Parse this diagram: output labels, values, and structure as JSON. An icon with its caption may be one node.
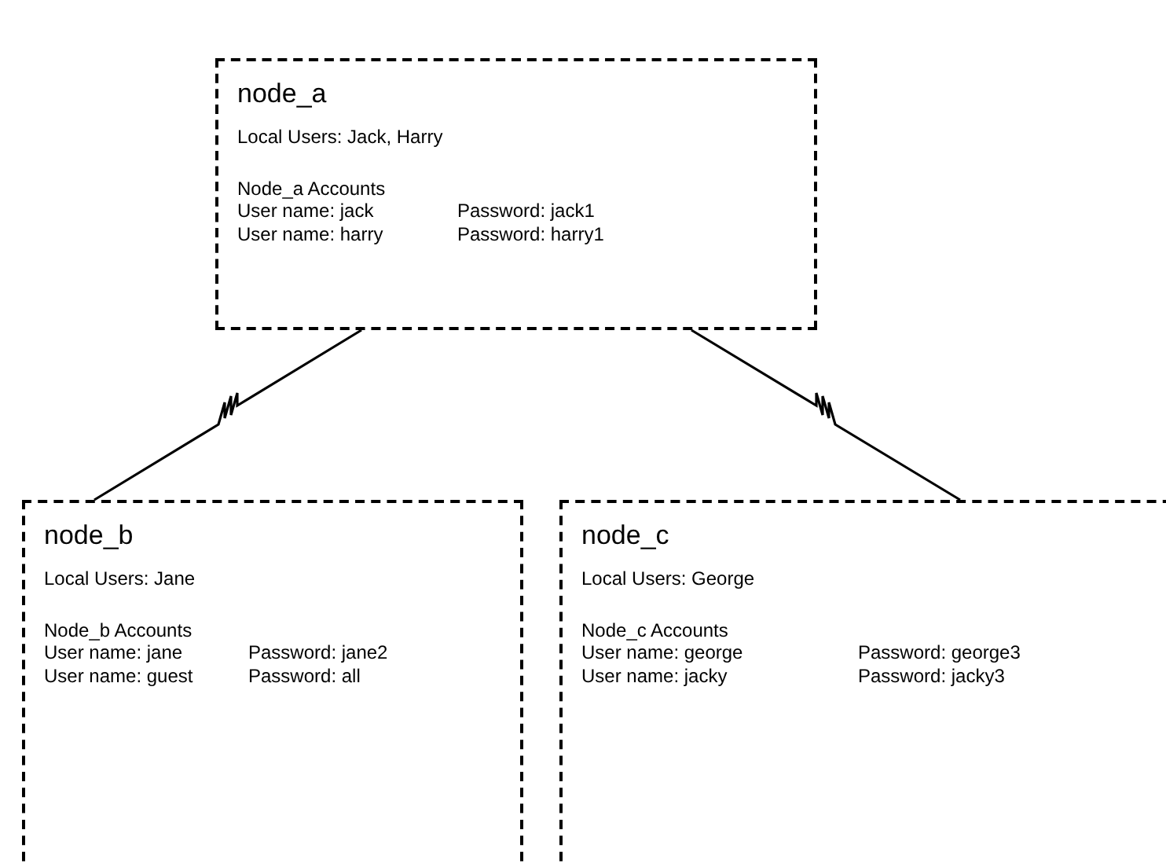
{
  "diagram": {
    "nodes": [
      {
        "text": [
          "node_a",
          "Local Users: Jack, Harry",
          "Node_a Accounts",
          "User name: jack",
          "Password: jack1",
          "User name: harry",
          "Password: harry1"
        ]
      },
      {
        "text": [
          "node_b",
          "Local Users: Jane",
          "Node_b Accounts",
          "User name: jane",
          "Password: jane2",
          "User name: guest",
          "Password: all"
        ]
      },
      {
        "text": [
          "node_c",
          "Local Users: George",
          "Node_c Accounts",
          "User name: george",
          "Password: george3",
          "User name: jacky",
          "Password: jacky3"
        ]
      }
    ],
    "edges": [
      {
        "from": 0,
        "to": 1,
        "arrow": "none"
      },
      {
        "from": 0,
        "to": 2,
        "arrow": "none"
      }
    ]
  }
}
